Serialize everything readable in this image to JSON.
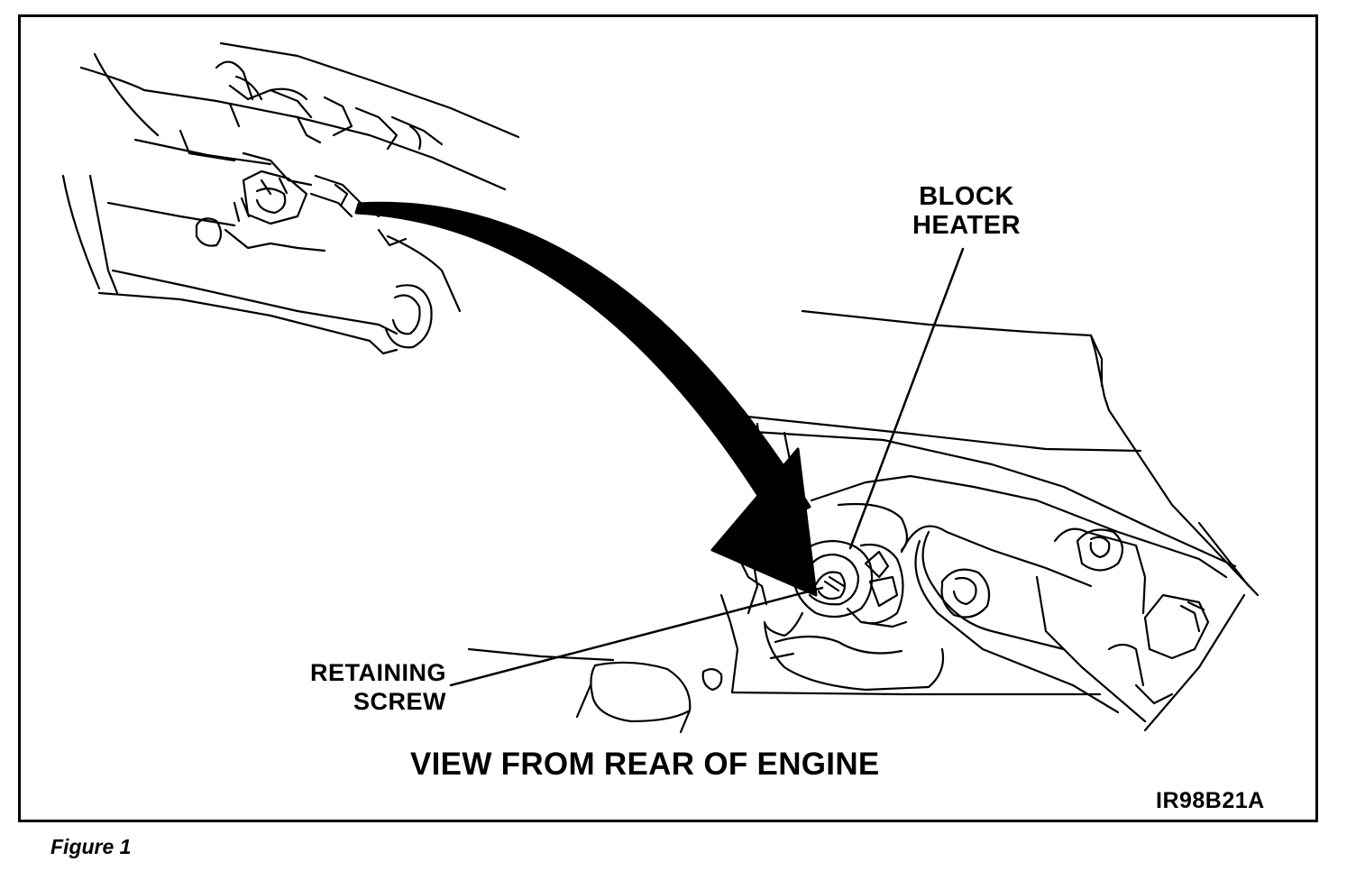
{
  "labels": {
    "block_heater_line1": "BLOCK",
    "block_heater_line2": "HEATER",
    "retaining_screw_line1": "RETAINING",
    "retaining_screw_line2": "SCREW",
    "view_caption": "VIEW FROM REAR OF ENGINE",
    "figure_id": "IR98B21A"
  },
  "figure_caption": "Figure 1",
  "colors": {
    "ink": "#000000",
    "paper": "#ffffff"
  }
}
